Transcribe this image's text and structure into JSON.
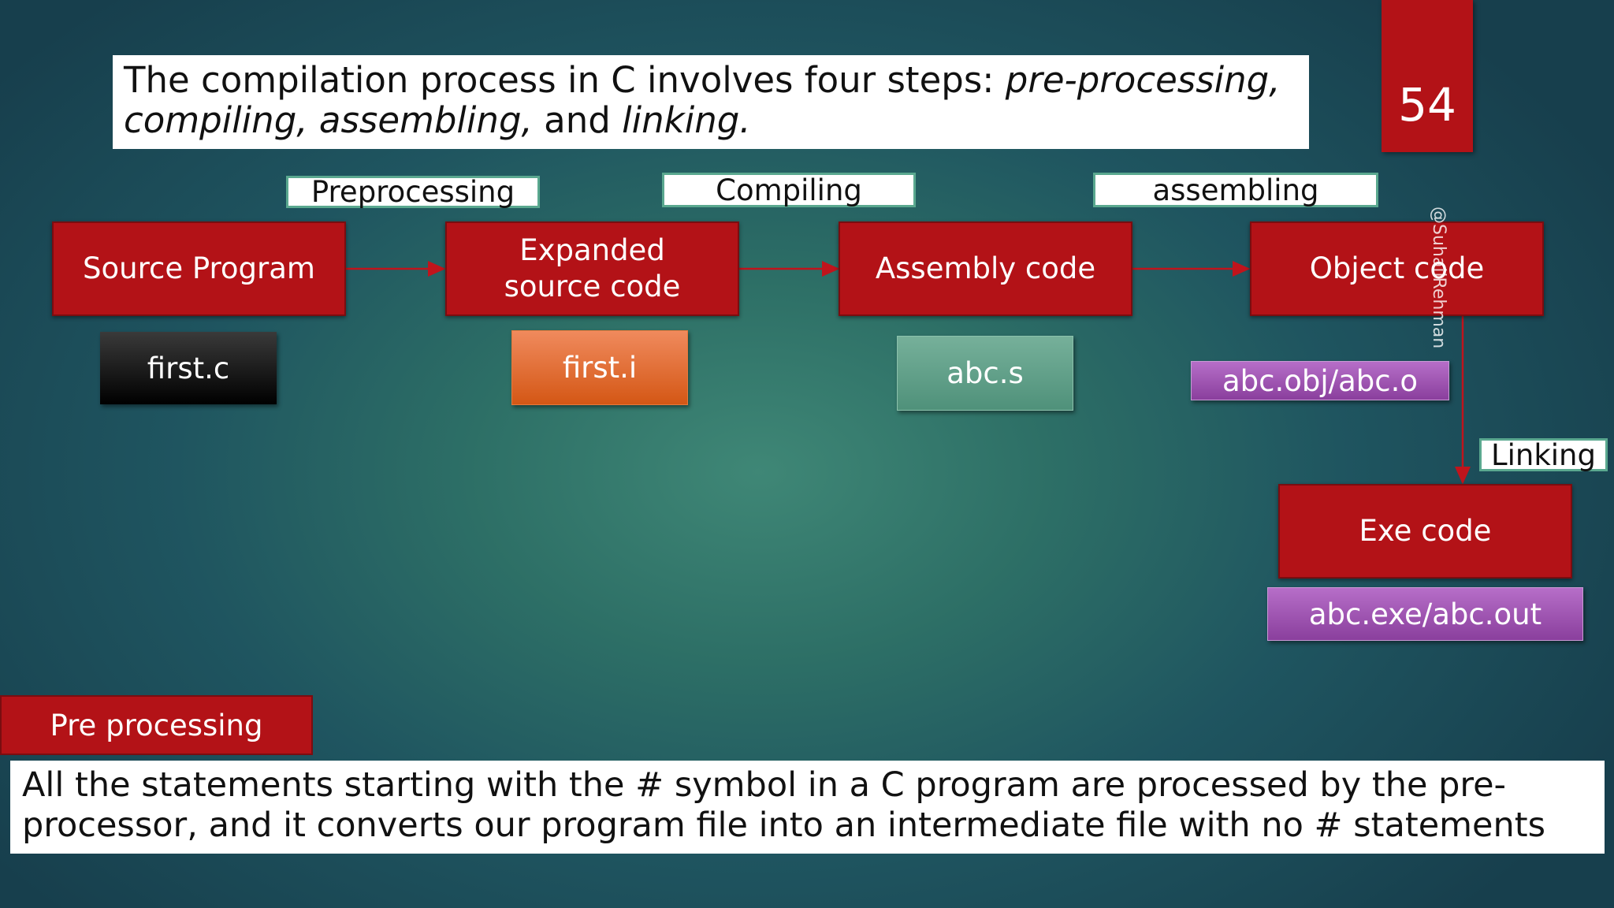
{
  "title": {
    "prefix": "The compilation process in C involves four steps: ",
    "step1": "pre-processing,",
    "step2": "compiling, assembling,",
    "joiner": " and ",
    "step3": "linking."
  },
  "slide_number": "54",
  "watermark": "@SuhailRehman",
  "steps": {
    "preprocessing": "Preprocessing",
    "compiling": "Compiling",
    "assembling": "assembling",
    "linking": "Linking"
  },
  "stages": {
    "source": "Source Program",
    "expanded": "Expanded source code",
    "assembly": "Assembly code",
    "object": "Object code",
    "exe": "Exe code"
  },
  "files": {
    "source": "first.c",
    "expanded": "first.i",
    "assembly": "abc.s",
    "object": "abc.obj/abc.o",
    "exe": "abc.exe/abc.out"
  },
  "section": {
    "heading": "Pre processing",
    "description": "All the statements starting with the # symbol in a C program are processed by the pre-processor, and it converts our program file into an intermediate file with no # statements"
  },
  "colors": {
    "stage_red": "#b31217",
    "arrow": "#c0141c",
    "background": "#2d6f66"
  }
}
